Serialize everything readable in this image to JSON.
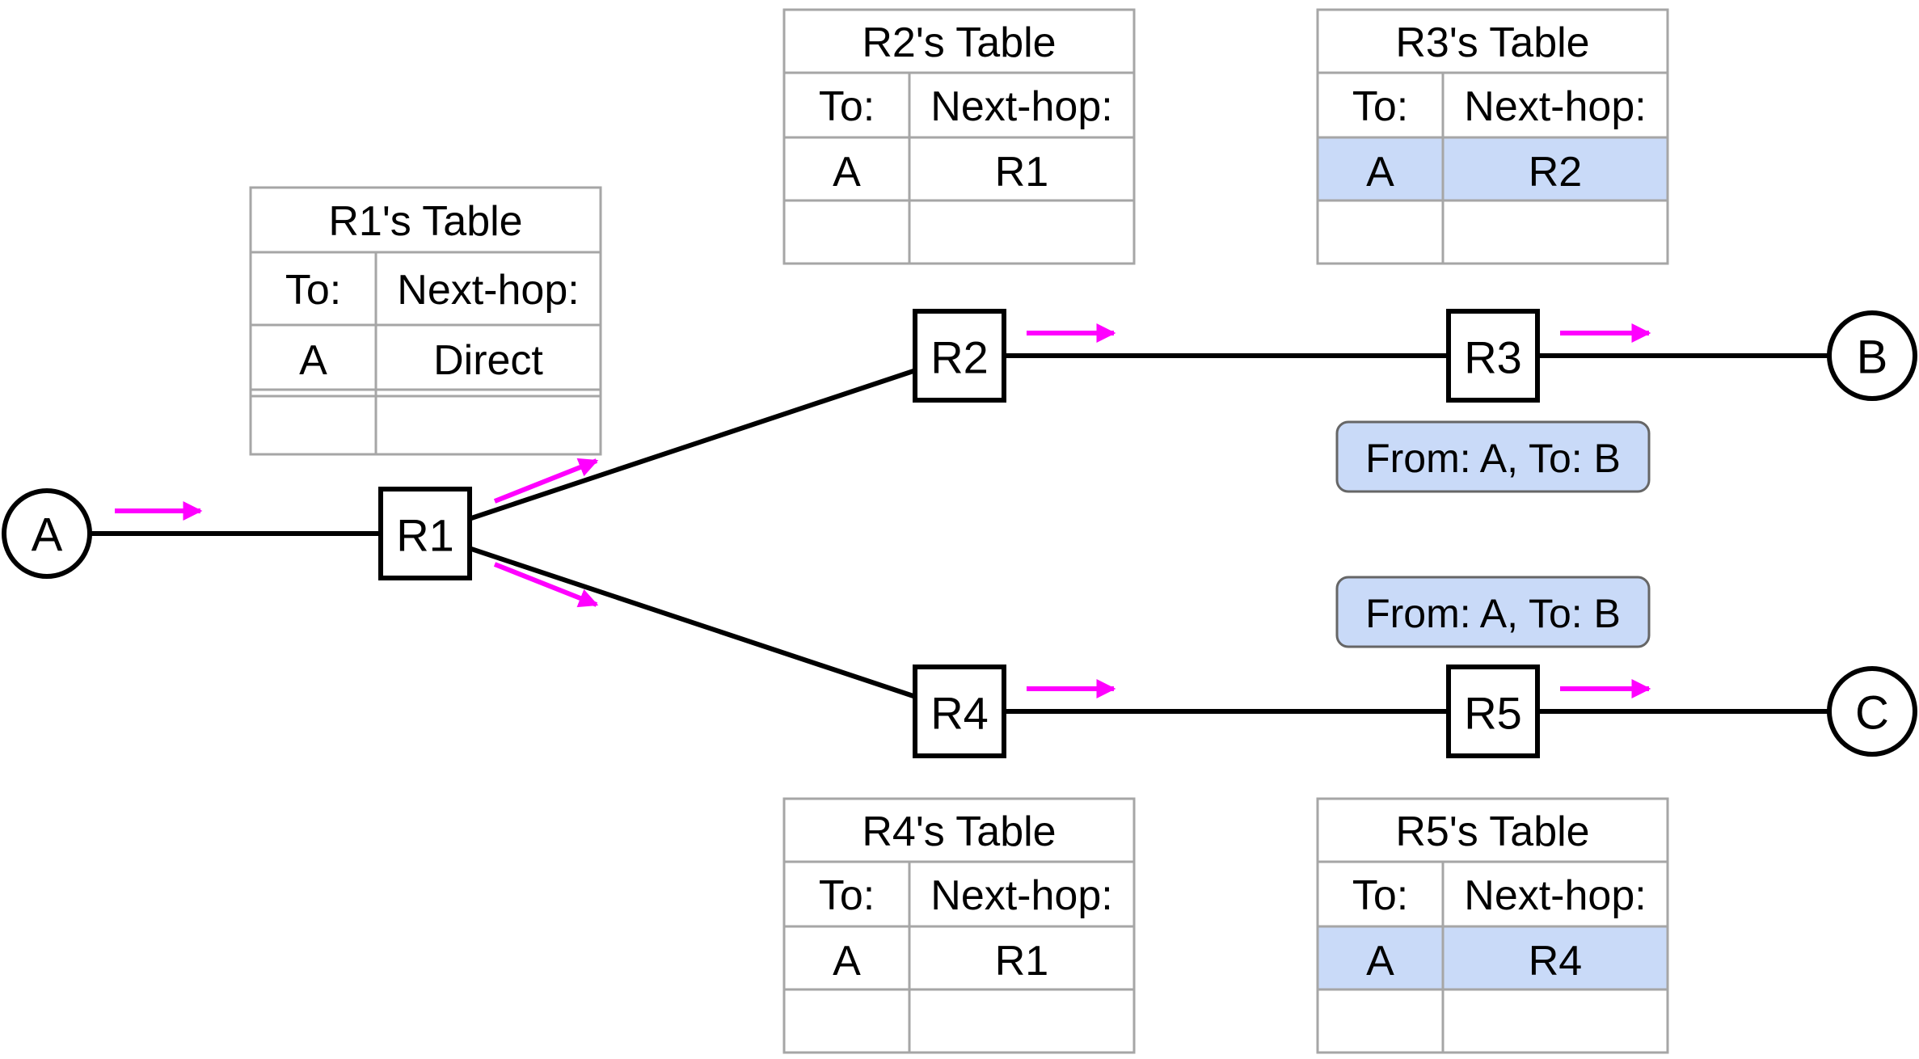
{
  "colors": {
    "link": "#000000",
    "arrow": "#ff00ff",
    "table_border": "#a6a6a6",
    "highlight": "#c9daf8",
    "label_border": "#666666"
  },
  "hosts": [
    {
      "id": "A",
      "label": "A"
    },
    {
      "id": "B",
      "label": "B"
    },
    {
      "id": "C",
      "label": "C"
    }
  ],
  "routers": [
    {
      "id": "R1",
      "label": "R1"
    },
    {
      "id": "R2",
      "label": "R2"
    },
    {
      "id": "R3",
      "label": "R3"
    },
    {
      "id": "R4",
      "label": "R4"
    },
    {
      "id": "R5",
      "label": "R5"
    }
  ],
  "links": [
    [
      "A",
      "R1"
    ],
    [
      "R1",
      "R2"
    ],
    [
      "R2",
      "R3"
    ],
    [
      "R3",
      "B"
    ],
    [
      "R1",
      "R4"
    ],
    [
      "R4",
      "R5"
    ],
    [
      "R5",
      "C"
    ]
  ],
  "tables": [
    {
      "router": "R1",
      "title": "R1's Table",
      "headers": [
        "To:",
        "Next-hop:"
      ],
      "rows": [
        {
          "to": "A",
          "next_hop": "Direct",
          "highlight": false
        },
        {
          "to": "",
          "next_hop": "",
          "highlight": false
        }
      ]
    },
    {
      "router": "R2",
      "title": "R2's Table",
      "headers": [
        "To:",
        "Next-hop:"
      ],
      "rows": [
        {
          "to": "A",
          "next_hop": "R1",
          "highlight": false
        },
        {
          "to": "",
          "next_hop": "",
          "highlight": false
        }
      ]
    },
    {
      "router": "R3",
      "title": "R3's Table",
      "headers": [
        "To:",
        "Next-hop:"
      ],
      "rows": [
        {
          "to": "A",
          "next_hop": "R2",
          "highlight": true
        },
        {
          "to": "",
          "next_hop": "",
          "highlight": false
        }
      ]
    },
    {
      "router": "R4",
      "title": "R4's Table",
      "headers": [
        "To:",
        "Next-hop:"
      ],
      "rows": [
        {
          "to": "A",
          "next_hop": "R1",
          "highlight": false
        },
        {
          "to": "",
          "next_hop": "",
          "highlight": false
        }
      ]
    },
    {
      "router": "R5",
      "title": "R5's Table",
      "headers": [
        "To:",
        "Next-hop:"
      ],
      "rows": [
        {
          "to": "A",
          "next_hop": "R4",
          "highlight": true
        },
        {
          "to": "",
          "next_hop": "",
          "highlight": false
        }
      ]
    }
  ],
  "packet_labels": [
    {
      "near": "R3",
      "text": "From: A, To: B"
    },
    {
      "near": "R5",
      "text": "From: A, To: B"
    }
  ]
}
